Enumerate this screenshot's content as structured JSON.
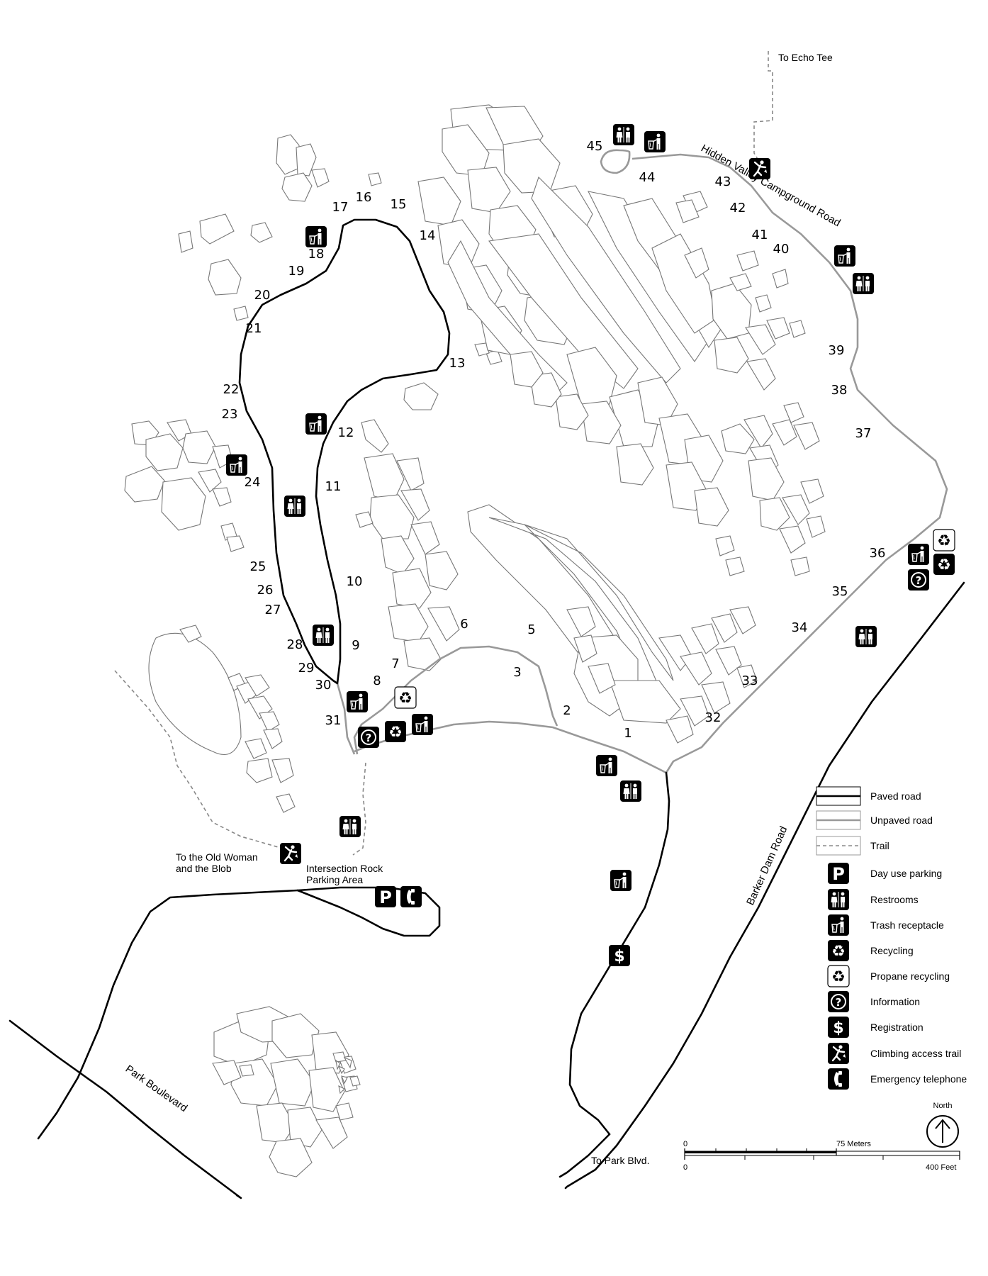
{
  "colors": {
    "paved": "#000000",
    "unpaved": "#999999",
    "trail": "#888888",
    "boulder_outline": "#777777",
    "icon_fill": "#000000"
  },
  "sites": [
    "1",
    "2",
    "3",
    "5",
    "6",
    "7",
    "8",
    "9",
    "10",
    "11",
    "12",
    "13",
    "14",
    "15",
    "16",
    "17",
    "18",
    "19",
    "20",
    "21",
    "22",
    "23",
    "24",
    "25",
    "26",
    "27",
    "28",
    "29",
    "30",
    "31",
    "32",
    "33",
    "34",
    "35",
    "36",
    "37",
    "38",
    "39",
    "40",
    "41",
    "42",
    "43",
    "44",
    "45"
  ],
  "labels": {
    "to_echo_tee": "To Echo Tee",
    "hidden_valley_road": "Hidden Valley Campground Road",
    "barker_dam_road": "Barker Dam Road",
    "park_boulevard": "Park Boulevard",
    "to_park_blvd": "To Park Blvd.",
    "to_old_woman_1": "To the Old Woman",
    "to_old_woman_2": "and the Blob",
    "intersection_rock_1": "Intersection Rock",
    "intersection_rock_2": "Parking Area"
  },
  "legend": {
    "items": [
      {
        "icon": "paved-road-swatch",
        "label": "Paved road"
      },
      {
        "icon": "unpaved-road-swatch",
        "label": "Unpaved road"
      },
      {
        "icon": "trail-swatch",
        "label": "Trail"
      },
      {
        "icon": "parking-icon",
        "label": "Day use parking"
      },
      {
        "icon": "restroom-icon",
        "label": "Restrooms"
      },
      {
        "icon": "trash-icon",
        "label": "Trash receptacle"
      },
      {
        "icon": "recycling-icon",
        "label": "Recycling"
      },
      {
        "icon": "propane-recycling-icon",
        "label": "Propane recycling"
      },
      {
        "icon": "information-icon",
        "label": "Information"
      },
      {
        "icon": "registration-icon",
        "label": "Registration"
      },
      {
        "icon": "climbing-icon",
        "label": "Climbing access trail"
      },
      {
        "icon": "telephone-icon",
        "label": "Emergency telephone"
      }
    ]
  },
  "north": "North",
  "scale": {
    "m0": "0",
    "m_label": "75 Meters",
    "f0": "0",
    "f_label": "400 Feet"
  },
  "glyphs": {
    "parking": "P",
    "registration": "$",
    "information": "?",
    "recycling": "♻",
    "telephone": "✆"
  }
}
